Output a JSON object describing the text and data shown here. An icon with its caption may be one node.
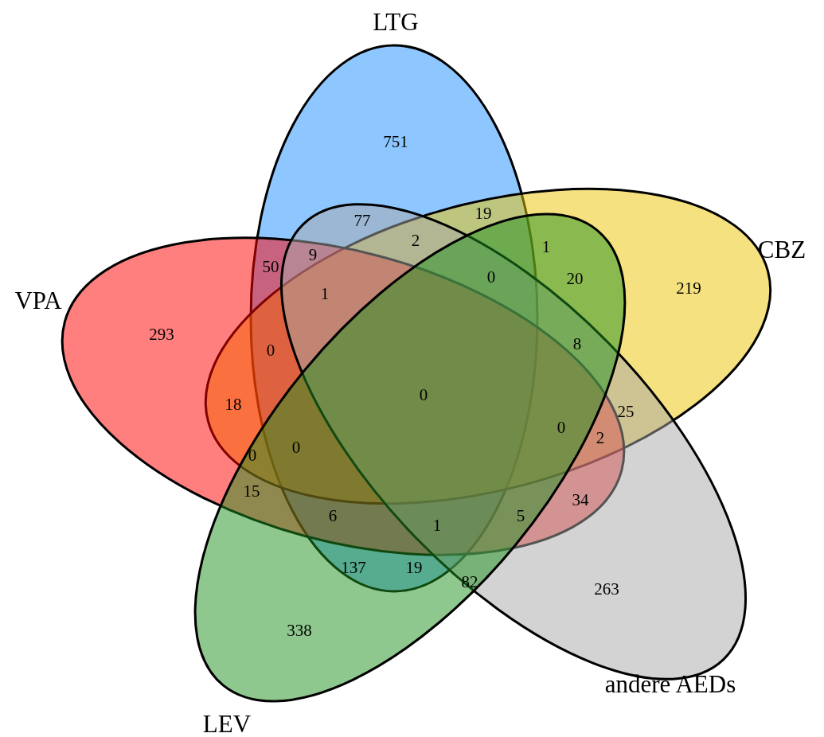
{
  "diagram": {
    "nodes": [
      {
        "text": [
          "LTG"
        ]
      },
      {
        "text": [
          "CBZ"
        ]
      },
      {
        "text": [
          "VPA"
        ]
      },
      {
        "text": [
          "andere AEDs"
        ]
      },
      {
        "text": [
          "LEV"
        ]
      }
    ],
    "labels": [
      "751",
      "19",
      "77",
      "2",
      "1",
      "9",
      "50",
      "0",
      "20",
      "219",
      "1",
      "293",
      "8",
      "0",
      "0",
      "18",
      "25",
      "0",
      "2",
      "0",
      "0",
      "15",
      "34",
      "6",
      "5",
      "1",
      "137",
      "19",
      "82",
      "263",
      "338"
    ]
  }
}
